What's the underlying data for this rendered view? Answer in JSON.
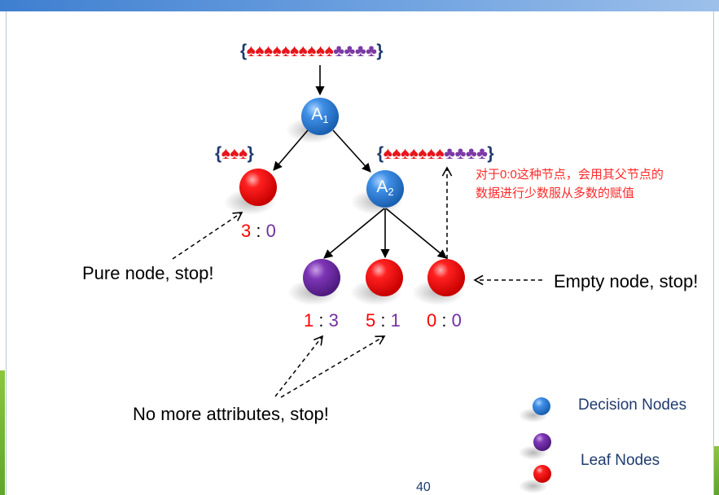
{
  "root_set": {
    "open": "{",
    "spades": "♠♠♠♠♠♠♠♠♠♠",
    "clubs": "♣♣♣♣",
    "close": "}"
  },
  "left_set": {
    "open": "{",
    "spades": "♠♠♠",
    "clubs": "",
    "close": "}"
  },
  "right_set": {
    "open": "{",
    "spades": "♠♠♠♠♠♠♠",
    "clubs": "♣♣♣♣",
    "close": "}"
  },
  "nodes": {
    "a1": {
      "letter": "A",
      "sub": "1"
    },
    "a2": {
      "letter": "A",
      "sub": "2"
    }
  },
  "ratios": {
    "left": {
      "red": "3",
      "sep": ":",
      "purple": "0"
    },
    "leaf1": {
      "red": "1",
      "sep": ":",
      "purple": "3"
    },
    "leaf2": {
      "red": "5",
      "sep": ":",
      "purple": "1"
    },
    "leaf3": {
      "red": "0",
      "sep": ":",
      "purple": "0"
    }
  },
  "labels": {
    "pure_node": "Pure node, stop!",
    "empty_node": "Empty node, stop!",
    "no_more_attributes": "No more attributes, stop!"
  },
  "note": {
    "line1": "对于0:0这种节点，会用其父节点的",
    "line2": "数据进行少数服从多数的赋值"
  },
  "legend": {
    "decision": "Decision Nodes",
    "leaf": "Leaf Nodes"
  },
  "page_number": "40",
  "colors": {
    "decision_node": "#2f7fd6",
    "red_leaf": "#ff1010",
    "purple_leaf": "#7030a0",
    "spade": "#e8151b",
    "club": "#7b3aa5",
    "note": "#ff2a2a"
  }
}
